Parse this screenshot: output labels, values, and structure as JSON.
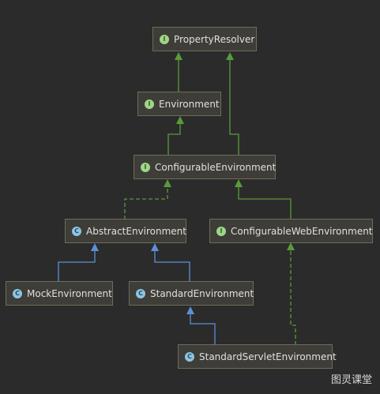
{
  "colors": {
    "background": "#2b2b2b",
    "extends_line": "#5c8fd6",
    "implements_line": "#5a9a3a"
  },
  "nodes": {
    "property_resolver": {
      "label": "PropertyResolver",
      "kind": "interface",
      "badge": "I"
    },
    "environment": {
      "label": "Environment",
      "kind": "interface",
      "badge": "I"
    },
    "configurable_environment": {
      "label": "ConfigurableEnvironment",
      "kind": "interface",
      "badge": "I"
    },
    "abstract_environment": {
      "label": "AbstractEnvironment",
      "kind": "abstract-class",
      "badge": "C"
    },
    "configurable_web_environment": {
      "label": "ConfigurableWebEnvironment",
      "kind": "interface",
      "badge": "I"
    },
    "mock_environment": {
      "label": "MockEnvironment",
      "kind": "class",
      "badge": "C"
    },
    "standard_environment": {
      "label": "StandardEnvironment",
      "kind": "class",
      "badge": "C"
    },
    "standard_servlet_environment": {
      "label": "StandardServletEnvironment",
      "kind": "class",
      "badge": "C"
    }
  },
  "edges": [
    {
      "from": "environment",
      "to": "property_resolver",
      "type": "interface-extends"
    },
    {
      "from": "configurable_environment",
      "to": "property_resolver",
      "type": "interface-extends"
    },
    {
      "from": "configurable_environment",
      "to": "environment",
      "type": "interface-extends"
    },
    {
      "from": "abstract_environment",
      "to": "configurable_environment",
      "type": "implements"
    },
    {
      "from": "configurable_web_environment",
      "to": "configurable_environment",
      "type": "interface-extends"
    },
    {
      "from": "mock_environment",
      "to": "abstract_environment",
      "type": "extends"
    },
    {
      "from": "standard_environment",
      "to": "abstract_environment",
      "type": "extends"
    },
    {
      "from": "standard_servlet_environment",
      "to": "standard_environment",
      "type": "extends"
    },
    {
      "from": "standard_servlet_environment",
      "to": "configurable_web_environment",
      "type": "implements"
    }
  ],
  "watermark": "图灵课堂"
}
